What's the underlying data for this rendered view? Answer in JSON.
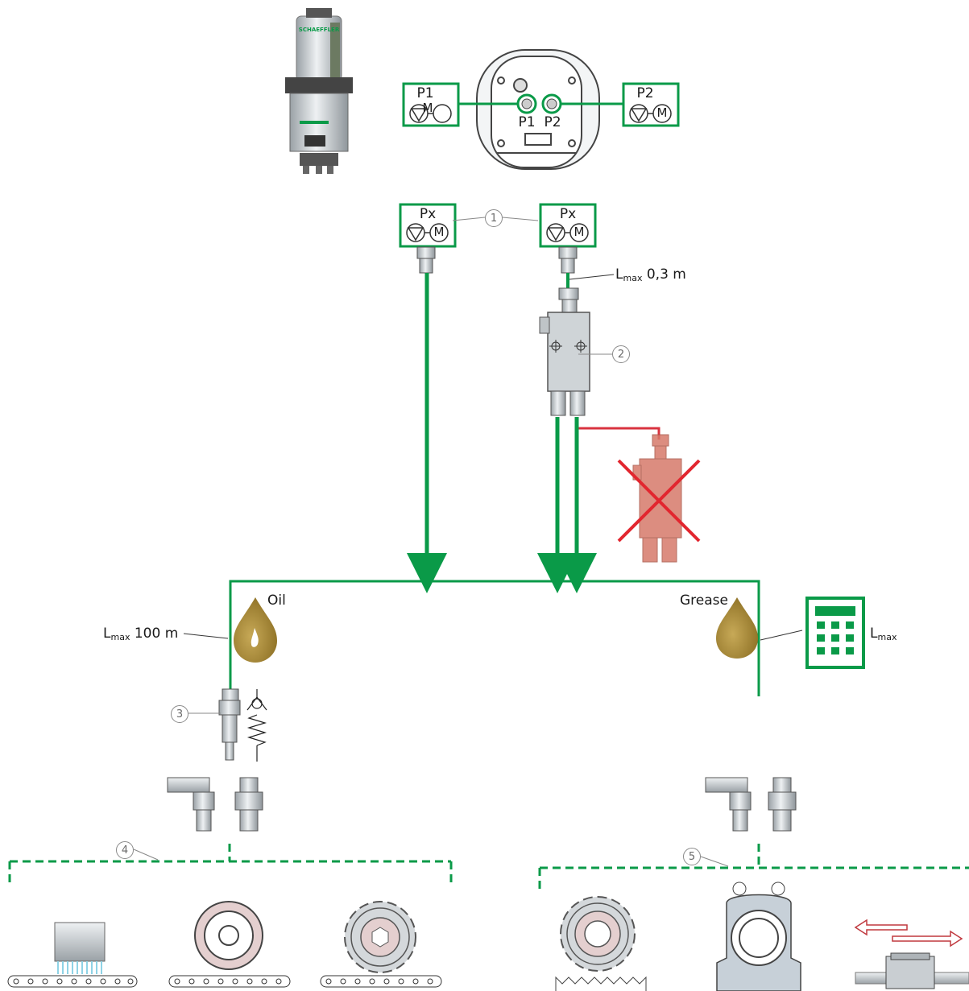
{
  "pumps_top": {
    "p1_label": "P1",
    "p2_label": "P2",
    "port_p1": "P1",
    "port_p2": "P2",
    "motor_symbol": "M"
  },
  "pumps_mid": {
    "px_left": "Px",
    "px_right": "Px",
    "motor_symbol": "M"
  },
  "unit_brand": "SCHAEFFLER",
  "labels": {
    "lmax_short_main": "L",
    "lmax_short_sub": "max",
    "lmax_short_value": " 0,3 m",
    "lmax_long_main": "L",
    "lmax_long_sub": "max",
    "lmax_long_value": " 100 m",
    "lmax_calc_main": "L",
    "lmax_calc_sub": "max",
    "oil": "Oil",
    "grease": "Grease"
  },
  "callouts": [
    "1",
    "2",
    "3",
    "4",
    "5"
  ],
  "colors": {
    "line_green": "#0a9a48",
    "reject_red": "#d9333f",
    "lubricant_gold": "#a88a35",
    "metal_grey": "#c9ced2"
  },
  "icons": [
    "oil-drop-icon",
    "grease-drop-icon",
    "calculator-icon",
    "reject-cross-icon",
    "check-valve-symbol"
  ]
}
